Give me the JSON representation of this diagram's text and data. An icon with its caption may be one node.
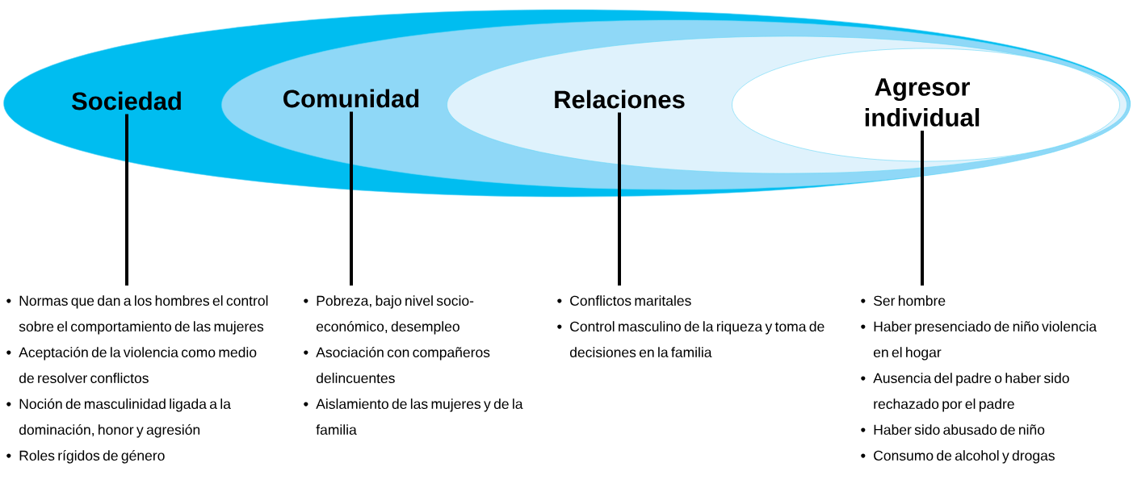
{
  "diagram": {
    "nodes": [
      {
        "text": [
          "Sociedad"
        ]
      },
      {
        "text": [
          "Comunidad"
        ],
        "in": 0
      },
      {
        "text": [
          "Relaciones"
        ],
        "in": 1
      },
      {
        "text": [
          "Agresor individual"
        ],
        "in": 2
      },
      {
        "text": [
          "Normas que dan a los hombres el control sobre el comportamiento de las mujeres",
          "Aceptación de la violencia como medio de resolver conflictos",
          "Noción de masculinidad ligada a la dominación, honor y agresión",
          "Roles rígidos de género"
        ]
      },
      {
        "text": [
          "Pobreza, bajo nivel socio-económico, desempleo",
          "Asociación con compañeros delincuentes",
          "Aislamiento de las mujeres y de la familia"
        ]
      },
      {
        "text": [
          "Conflictos maritales",
          "Control masculino de la riqueza y toma de decisiones en la familia"
        ]
      },
      {
        "text": [
          "Ser hombre",
          "Haber presenciado de niño violencia en el hogar",
          "Ausencia del padre o haber sido rechazado por el padre",
          "Haber sido abusado de niño",
          "Consumo de alcohol y drogas"
        ]
      }
    ],
    "edges": [
      {
        "from": 0,
        "to": 4,
        "arrow": "none"
      },
      {
        "from": 1,
        "to": 5,
        "arrow": "none"
      },
      {
        "from": 2,
        "to": 6,
        "arrow": "none"
      },
      {
        "from": 3,
        "to": 7,
        "arrow": "none"
      }
    ]
  }
}
